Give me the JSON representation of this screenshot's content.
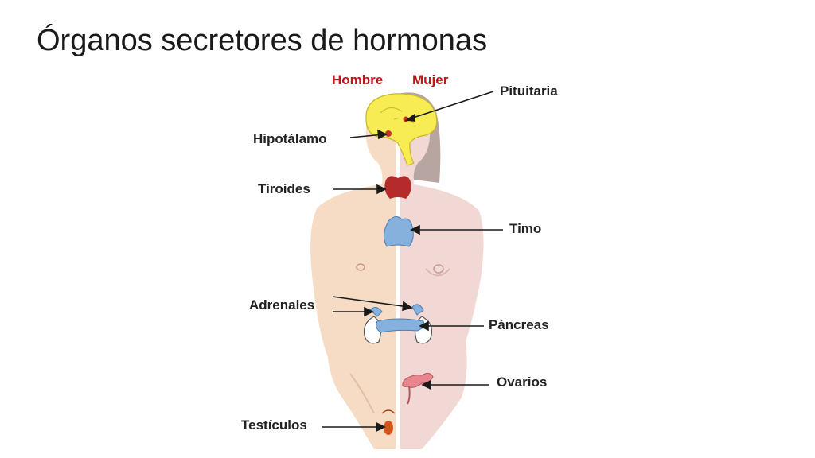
{
  "slide": {
    "title": "Órganos secretores de hormonas"
  },
  "figure": {
    "header_left": "Hombre",
    "header_right": "Mujer",
    "labels": {
      "pituitaria": "Pituitaria",
      "hipotalamo": "Hipotálamo",
      "tiroides": "Tiroides",
      "timo": "Timo",
      "adrenales": "Adrenales",
      "pancreas": "Páncreas",
      "ovarios": "Ovarios",
      "testiculos": "Testículos"
    }
  },
  "colors": {
    "header": "#c0161b",
    "skin_left": "#f6dcc4",
    "skin_right": "#f2d8d4",
    "hair": "#b7a5a2",
    "brain": "#f8ec55",
    "thyroid": "#b52b2b",
    "gland_blue": "#86b1dc",
    "testis": "#d4551b"
  }
}
